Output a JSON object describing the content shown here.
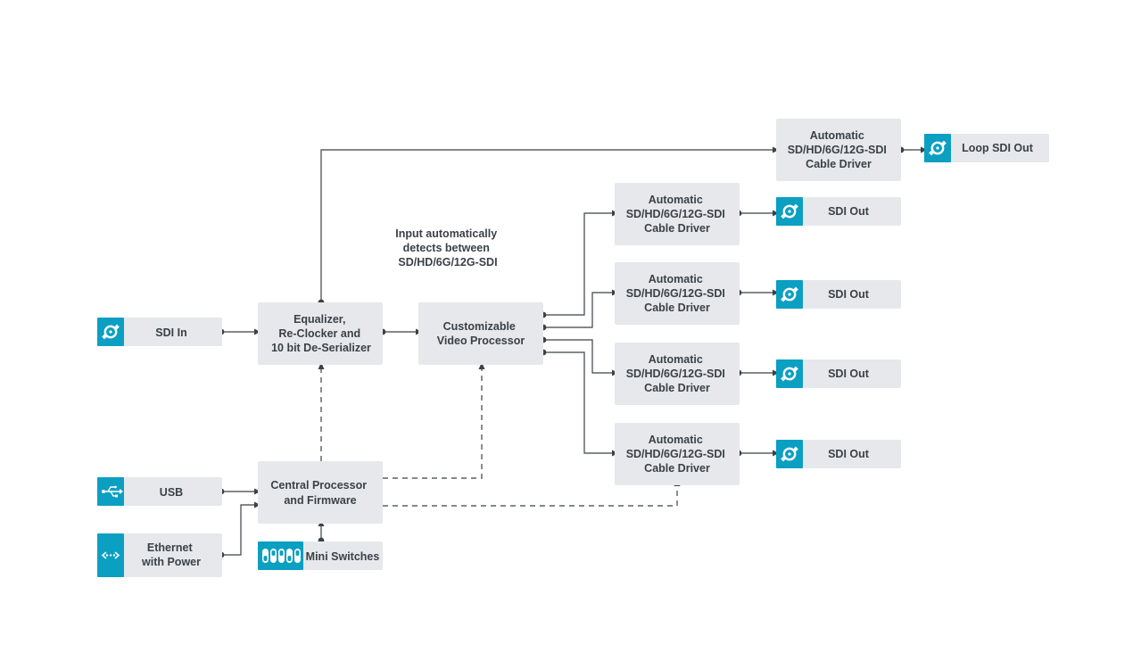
{
  "diagram": {
    "note": [
      "Input automatically",
      "detects between",
      "SD/HD/6G/12G-SDI"
    ],
    "inputs": {
      "sdi_in": "SDI In",
      "usb": "USB",
      "ethernet": [
        "Ethernet",
        "with Power"
      ]
    },
    "blocks": {
      "equalizer": [
        "Equalizer,",
        "Re-Clocker and",
        "10 bit De-Serializer"
      ],
      "video_processor": [
        "Customizable",
        "Video Processor"
      ],
      "central_processor": [
        "Central Processor",
        "and Firmware"
      ],
      "mini_switches": "Mini Switches",
      "loop_driver": [
        "Automatic",
        "SD/HD/6G/12G-SDI",
        "Cable Driver"
      ],
      "drivers": [
        [
          "Automatic",
          "SD/HD/6G/12G-SDI",
          "Cable Driver"
        ],
        [
          "Automatic",
          "SD/HD/6G/12G-SDI",
          "Cable Driver"
        ],
        [
          "Automatic",
          "SD/HD/6G/12G-SDI",
          "Cable Driver"
        ],
        [
          "Automatic",
          "SD/HD/6G/12G-SDI",
          "Cable Driver"
        ]
      ]
    },
    "outputs": {
      "loop": "Loop SDI Out",
      "sdi_out": [
        "SDI Out",
        "SDI Out",
        "SDI Out",
        "SDI Out"
      ]
    },
    "colors": {
      "accent": "#0b9fc2",
      "box": "#e6e8eb",
      "text": "#3b4148"
    },
    "icons": {
      "sdi": "bnc-connector-icon",
      "usb": "usb-icon",
      "ethernet": "ethernet-icon",
      "switches": "dip-switch-icon"
    }
  }
}
